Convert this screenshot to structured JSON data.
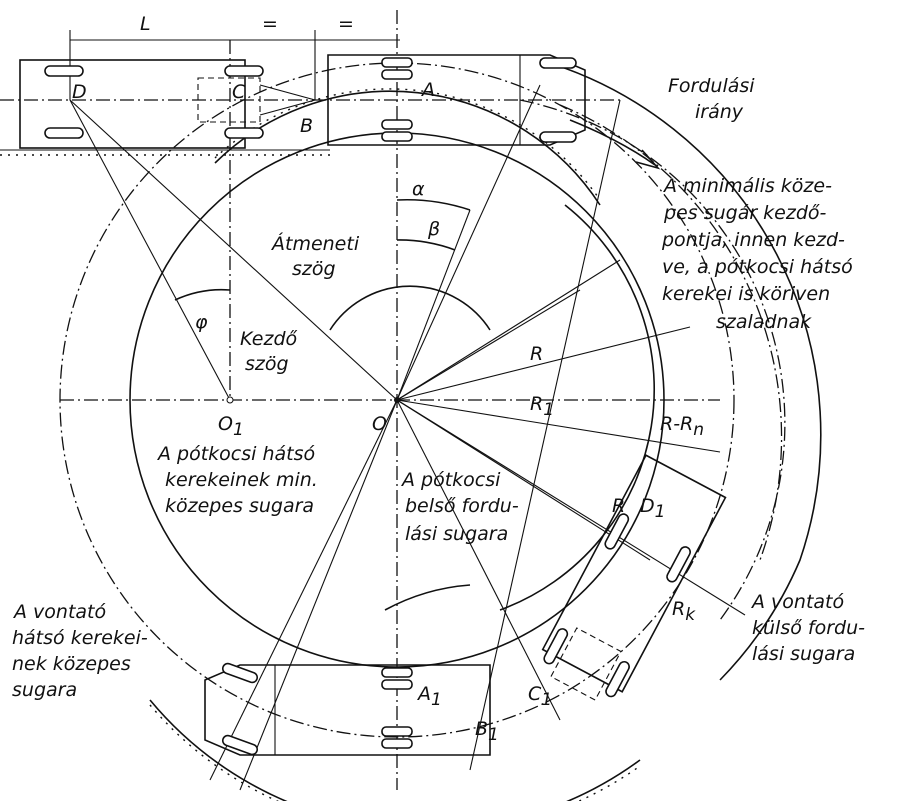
{
  "labels": {
    "L": "L",
    "eq1": "=",
    "eq2": "=",
    "D": "D",
    "C": "C",
    "B": "B",
    "A": "A",
    "alpha": "α",
    "beta": "β",
    "phi": "φ",
    "O": "O",
    "O1": "O",
    "O1_sub": "1",
    "R": "R",
    "R1": "R",
    "R1_sub": "1",
    "R_Rn": "R-R",
    "R_Rn_sub": "n",
    "Rk": "R",
    "Rk_sub": "k",
    "R_small": "R",
    "D1": "D",
    "D1_sub": "1",
    "C1": "C",
    "C1_sub": "1",
    "A1": "A",
    "A1_sub": "1",
    "B1": "B",
    "B1_sub": "1"
  },
  "annotations": {
    "turn_direction": [
      "Fordulási",
      "irány"
    ],
    "min_radius_start": [
      "A minimális köze-",
      "pes sugár kezdő-",
      "pontja, innen kezd-",
      "ve, a pótkocsi hátsó",
      "kerekei is köriven",
      "szaladnak"
    ],
    "transition_angle": [
      "Átmeneti",
      "szög"
    ],
    "start_angle": [
      "Kezdő",
      "szög"
    ],
    "trailer_rear_min_radius": [
      "A pótkocsi hátsó",
      "kerekeinek min.",
      "közepes sugara"
    ],
    "trailer_inner_radius": [
      "A pótkocsi",
      "belső fordu-",
      "lási sugara"
    ],
    "tractor_rear_radius": [
      "A vontató",
      "hátsó kerekei-",
      "nek közepes",
      "sugara"
    ],
    "tractor_outer_radius": [
      "A vontató",
      "külső fordu-",
      "lási sugara"
    ]
  }
}
